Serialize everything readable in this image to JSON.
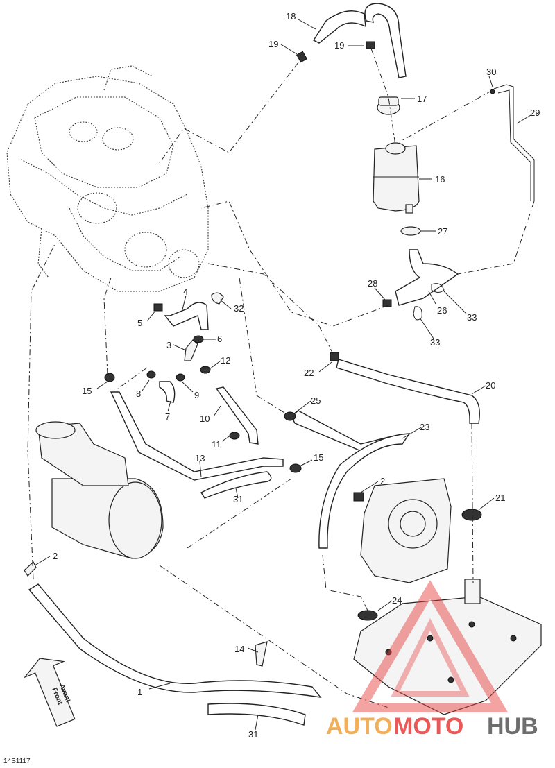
{
  "figure_id": "14S1117",
  "front_arrow": {
    "line1": "Front",
    "line2": "Avant"
  },
  "watermark": {
    "part1": "AUTO",
    "part2": "MOTO",
    "part3": "HUB"
  },
  "callouts": {
    "c1": "1",
    "c2a": "2",
    "c2b": "2",
    "c3": "3",
    "c4": "4",
    "c5": "5",
    "c6": "6",
    "c7": "7",
    "c8": "8",
    "c9": "9",
    "c10": "10",
    "c11": "11",
    "c12": "12",
    "c13": "13",
    "c14": "14",
    "c15a": "15",
    "c15b": "15",
    "c16": "16",
    "c17": "17",
    "c18": "18",
    "c19a": "19",
    "c19b": "19",
    "c20": "20",
    "c21": "21",
    "c22": "22",
    "c23": "23",
    "c24": "24",
    "c25": "25",
    "c26": "26",
    "c27": "27",
    "c28": "28",
    "c29": "29",
    "c30": "30",
    "c31a": "31",
    "c31b": "31",
    "c32": "32",
    "c33a": "33",
    "c33b": "33"
  },
  "colors": {
    "ink": "#222222",
    "watermark_orange": "#f2a23a",
    "watermark_red": "#e83b3b",
    "watermark_gray": "#555555"
  }
}
